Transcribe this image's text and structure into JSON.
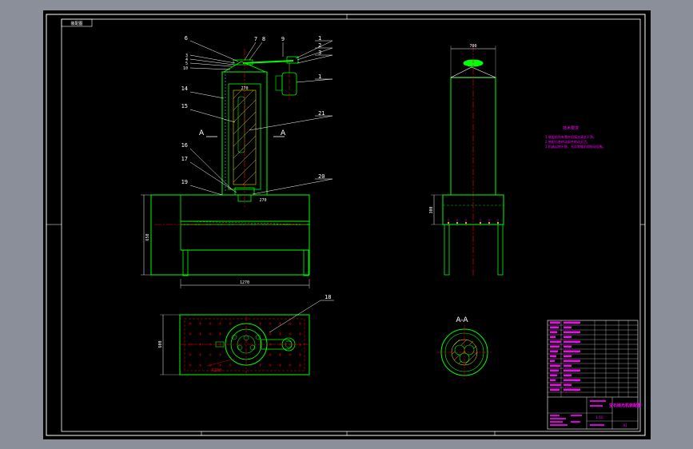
{
  "drawing": {
    "sheet_tag": "装配图",
    "section_labels": [
      "A",
      "A"
    ],
    "section_view_title": "A-A",
    "part_callouts_left": [
      "6",
      "3",
      "4",
      "5",
      "10",
      "14",
      "15",
      "16",
      "17",
      "19"
    ],
    "part_callouts_top": [
      "7",
      "8",
      "9"
    ],
    "part_callouts_right": [
      "1",
      "2",
      "3",
      "1",
      "21",
      "20"
    ],
    "plan_callout": "18",
    "dimensions": {
      "height_left": "650",
      "base_width": "1270",
      "column_width": "270",
      "base_inner": "270",
      "side_top": "700",
      "side_base": "300",
      "plan_depth": "600",
      "plan_radius": "R200"
    },
    "tech_requirements": {
      "title": "技术要求",
      "lines": [
        "1.装配前所有零件用煤油清洗干净。",
        "2.装配后各转动部件转动灵活。",
        "3.机器运转平稳，无异常噪声和振动现象。"
      ]
    },
    "title_block": {
      "title": "宝石抛光机装配图",
      "scale": "1:10",
      "sheet": "A1"
    }
  },
  "colors": {
    "background": "#000000",
    "frame": "#ffffff",
    "outline": "#00ff00",
    "centerline": "#ff0000",
    "dimension": "#ffffff",
    "notes": "#ff00ff",
    "hatch": "#ffff00",
    "leader": "#ffffff",
    "accent_blue": "#0000ff",
    "cyan": "#00ffff"
  }
}
